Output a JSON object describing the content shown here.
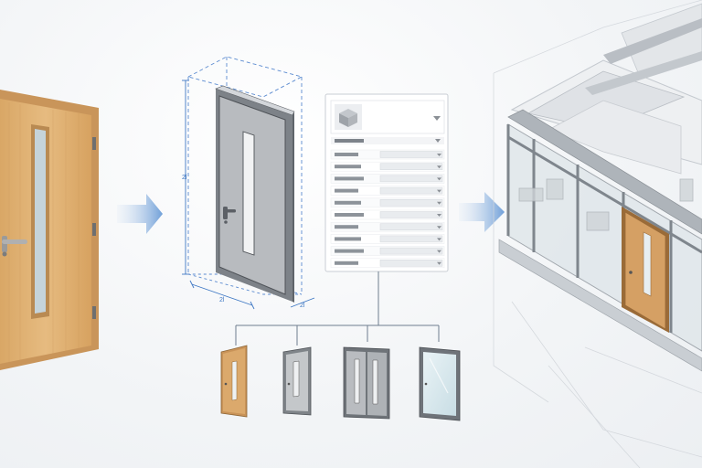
{
  "dimensions": {
    "height_label": "2l",
    "width_label": "2l",
    "depth_label": "2l"
  },
  "colors": {
    "wood_light": "#e3b77b",
    "wood_dark": "#b8874d",
    "frame_gray": "#8e9399",
    "door_gray": "#b6b9bd",
    "arrow_blue": "#7aa3d8",
    "dimension_blue": "#3f78c4",
    "glass": "#d9e9ee",
    "panel_border": "#c9ced4"
  },
  "icons": {
    "component": "cube-icon",
    "dropdown": "chevron-down-icon",
    "flow": "arrow-right-icon"
  },
  "variants": [
    {
      "name": "wood-single-door"
    },
    {
      "name": "gray-single-door"
    },
    {
      "name": "gray-double-door"
    },
    {
      "name": "glass-door"
    }
  ]
}
